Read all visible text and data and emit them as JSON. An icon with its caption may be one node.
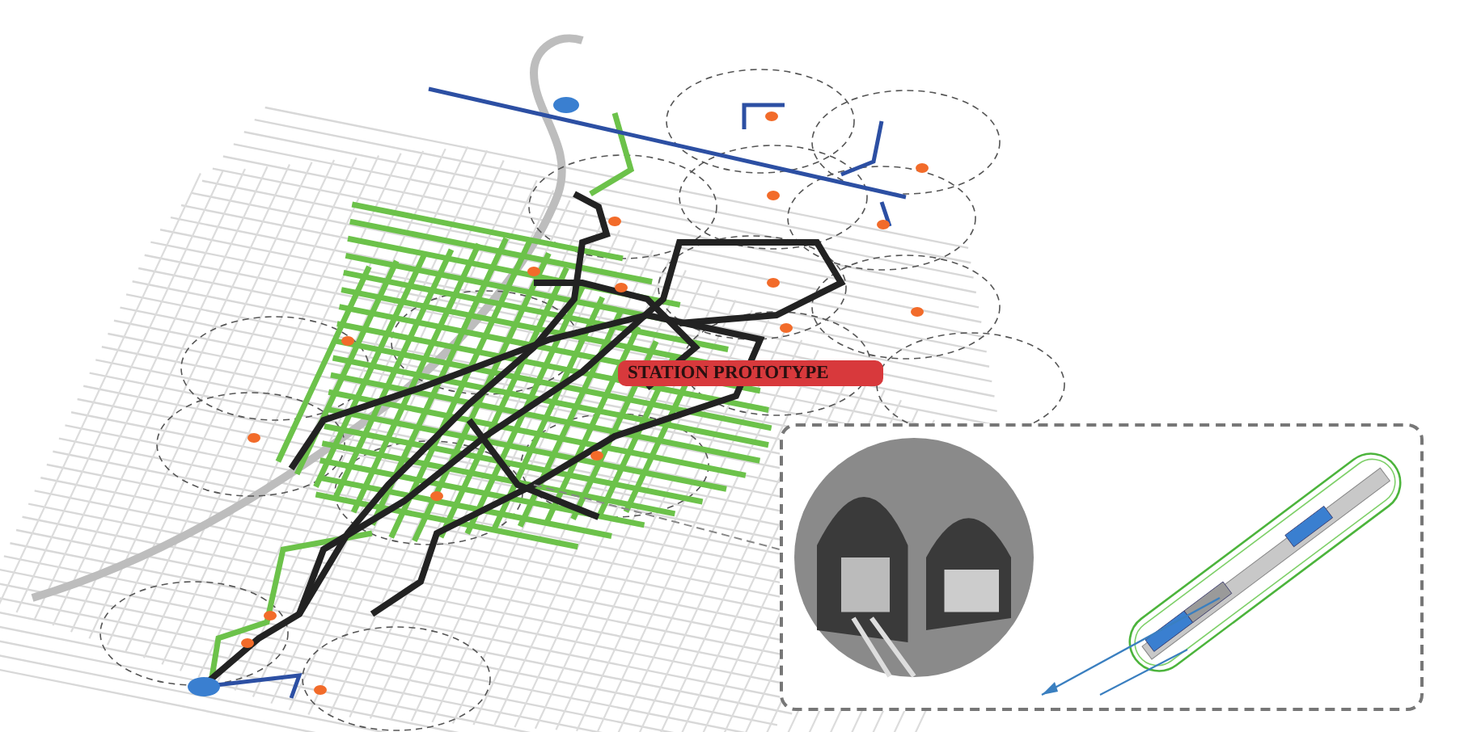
{
  "diagram": {
    "nodes": [
      {
        "text": [
          "STATION PROTOTYPE"
        ]
      },
      {
        "text": [],
        "shape": "box"
      },
      {
        "text": [],
        "shape": "picture",
        "in": 1
      },
      {
        "text": [],
        "shape": "picture",
        "in": 1
      }
    ],
    "edges": [
      {
        "from": null,
        "to": 1,
        "arrow": "none",
        "style": "dashed"
      }
    ]
  }
}
